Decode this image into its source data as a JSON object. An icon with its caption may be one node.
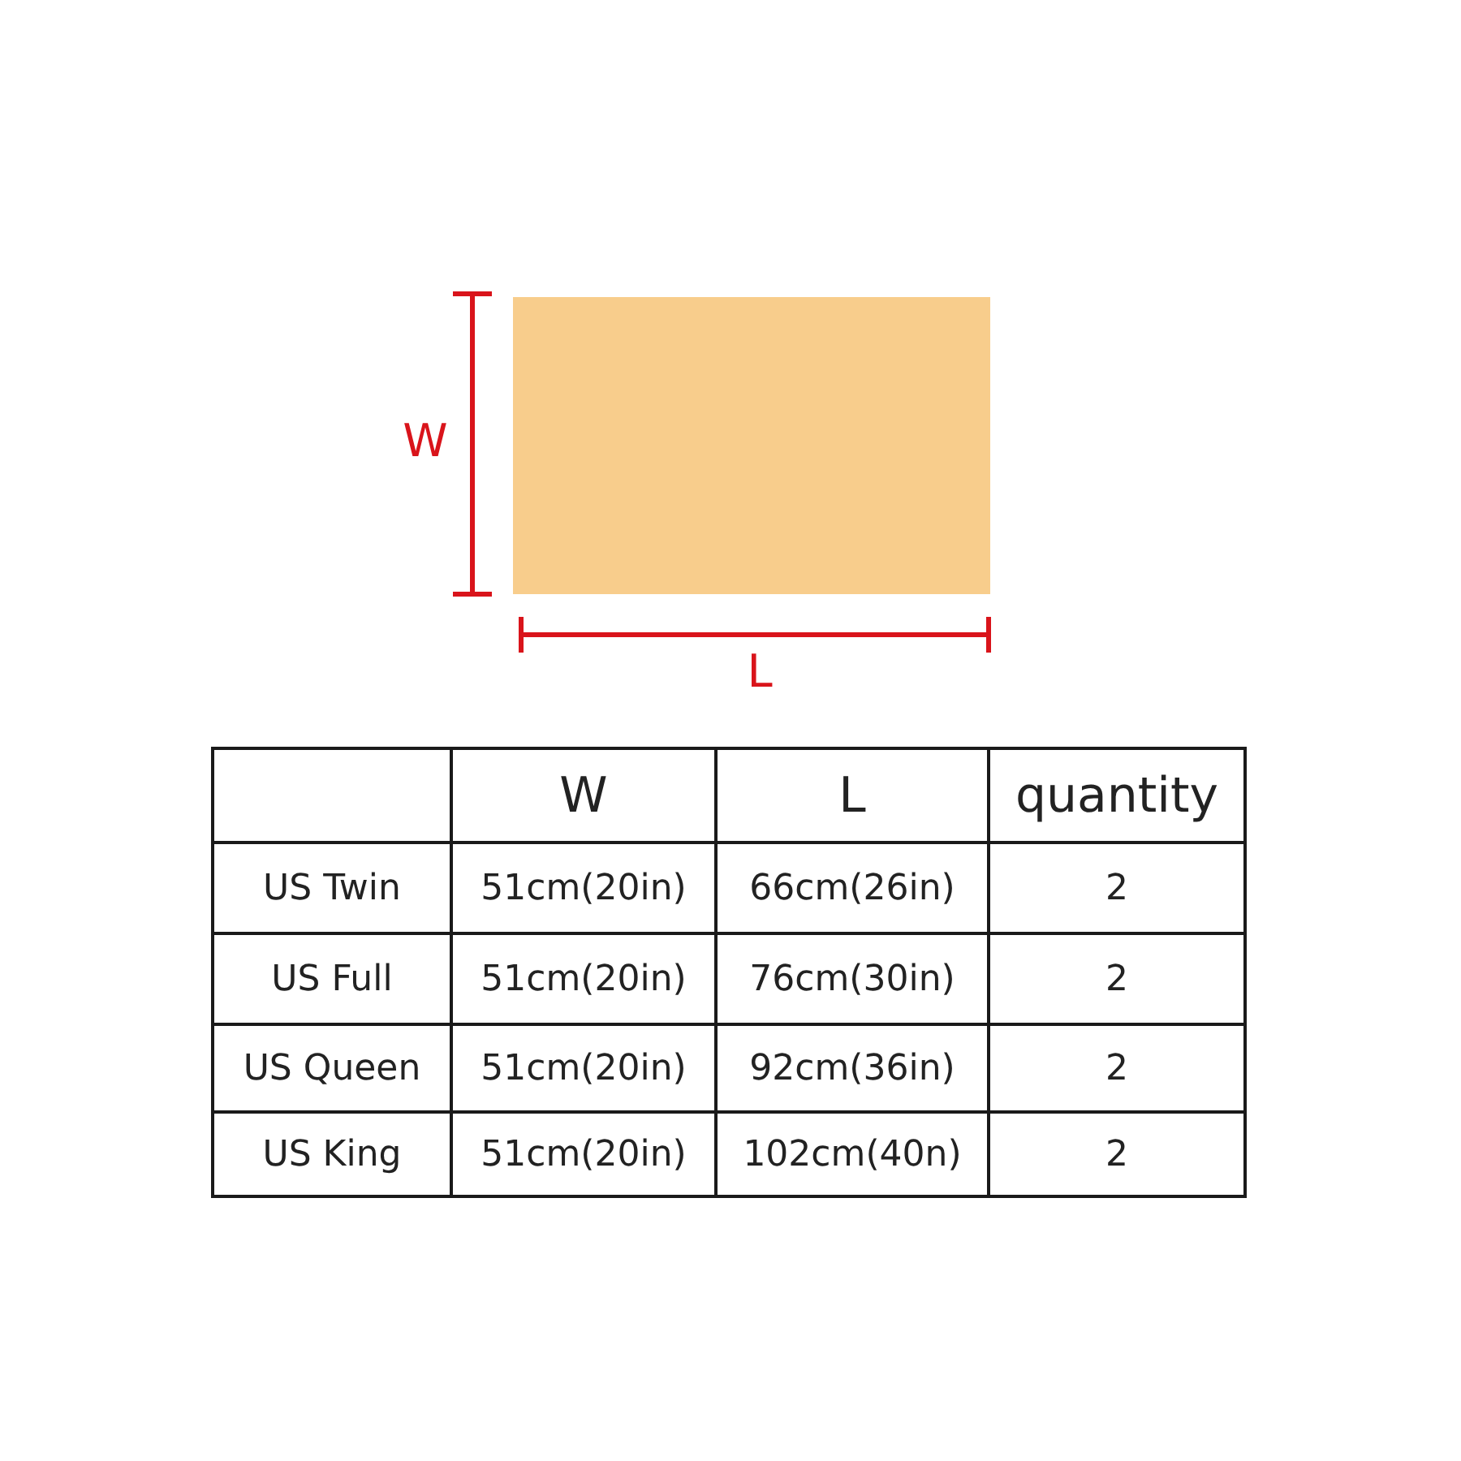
{
  "diagram": {
    "nodes": [
      {
        "text": [],
        "shape": "box"
      }
    ],
    "labels": [
      "W",
      "L",
      "W",
      "L",
      "quantity",
      "US Twin",
      "51cm(20in)",
      "66cm(26in)",
      "2",
      "US Full",
      "51cm(20in)",
      "76cm(30in)",
      "2",
      "US Queen",
      "51cm(20in)",
      "92cm(36in)",
      "2",
      "US King",
      "51cm(20in)",
      "102cm(40n)",
      "2"
    ]
  }
}
